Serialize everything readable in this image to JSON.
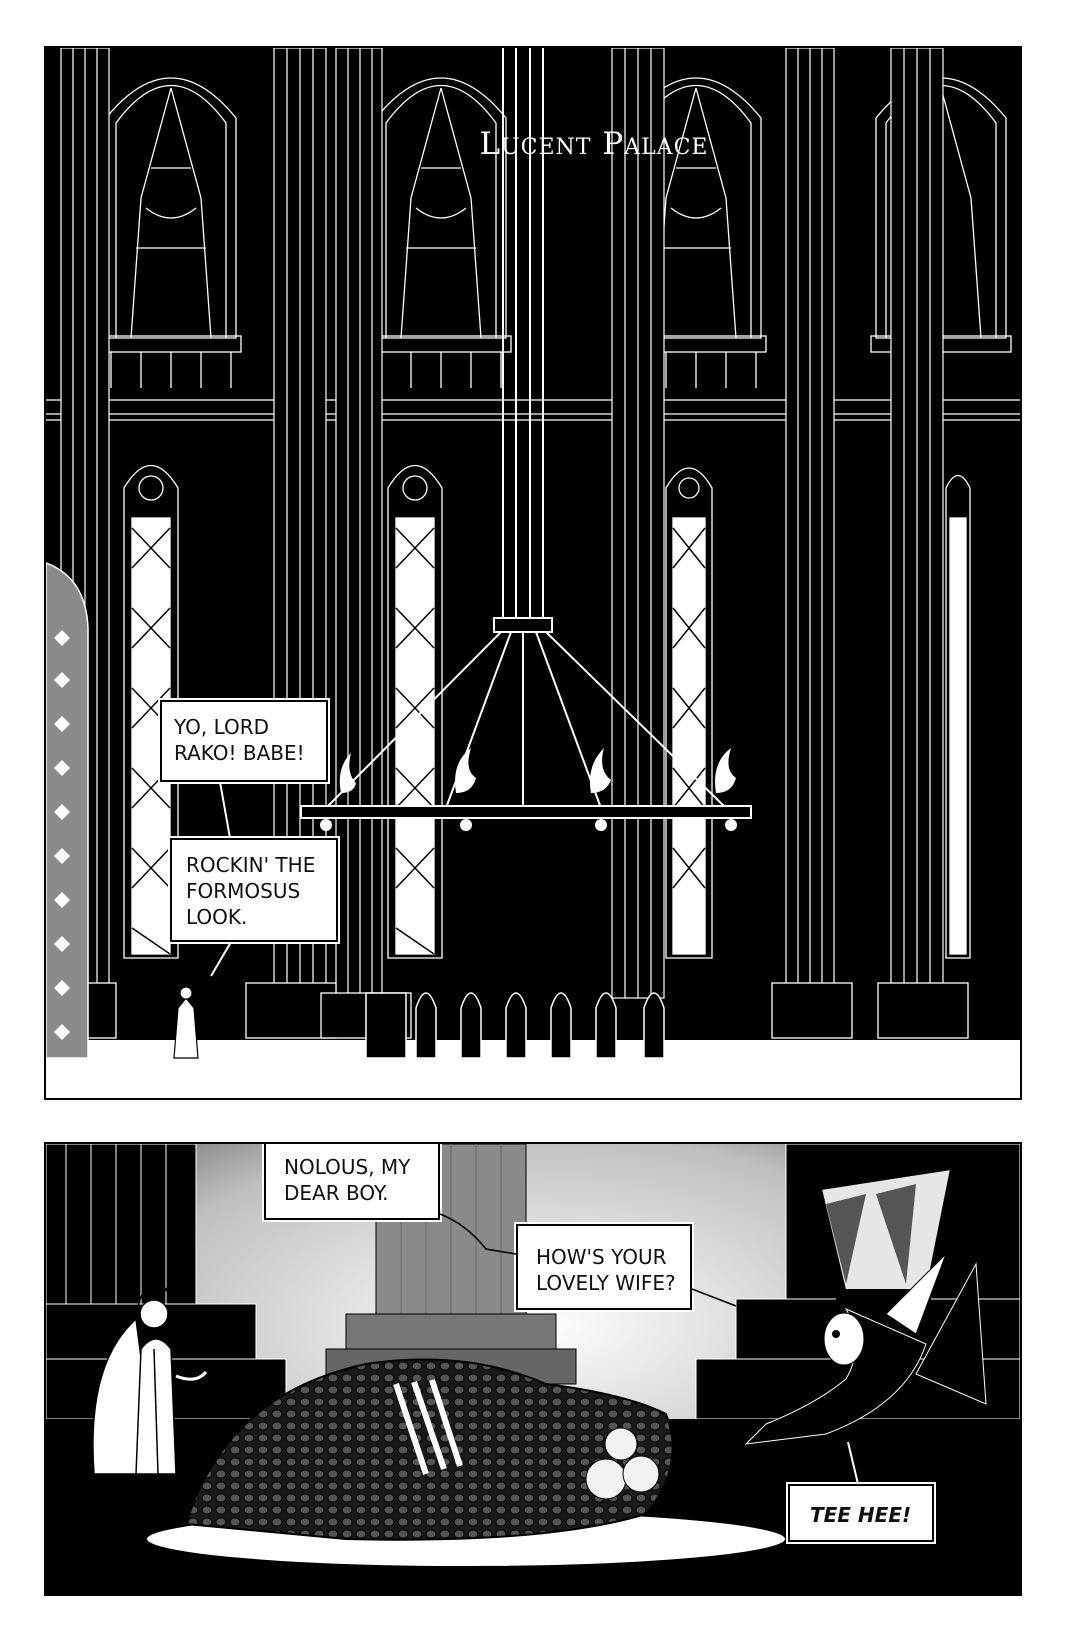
{
  "panel1": {
    "caption": "Lucent Palace",
    "bubbles": [
      {
        "text": "YO, LORD RAKO! BABE!"
      },
      {
        "text": "ROCKIN' THE FORMOSUS LOOK."
      }
    ]
  },
  "panel2": {
    "bubbles": [
      {
        "text": "NOLOUS, MY DEAR BOY."
      },
      {
        "text": "HOW'S YOUR LOVELY WIFE?"
      },
      {
        "text": "TEE HEE!"
      }
    ]
  },
  "colors": {
    "ink": "#000000",
    "paper": "#ffffff",
    "mid_gray": "#8a8a8a",
    "light_gray": "#d9d9d9"
  }
}
